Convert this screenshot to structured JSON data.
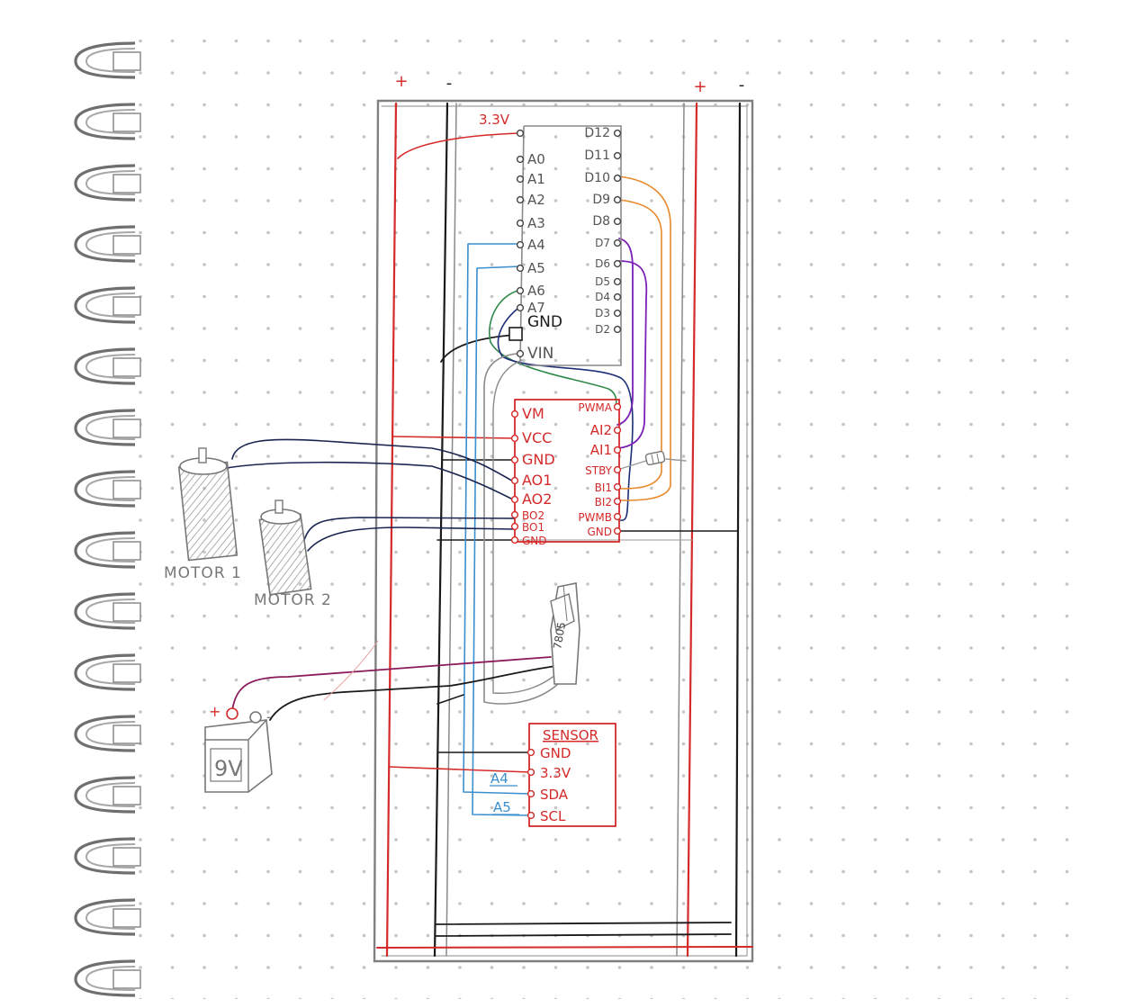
{
  "rails": {
    "plus": "+",
    "minus": "-"
  },
  "arduino": {
    "left_pins": [
      "3.3V",
      "A0",
      "A1",
      "A2",
      "A3",
      "A4",
      "A5",
      "A6",
      "A7",
      "GND",
      "VIN"
    ],
    "right_pins": [
      "D12",
      "D11",
      "D10",
      "D9",
      "D8",
      "D7",
      "D6",
      "D5",
      "D4",
      "D3",
      "D2"
    ]
  },
  "driver": {
    "left_pins": [
      "VM",
      "VCC",
      "GND",
      "AO1",
      "AO2",
      "BO2",
      "BO1",
      "GND"
    ],
    "right_pins": [
      "PWMA",
      "AI2",
      "AI1",
      "STBY",
      "BI1",
      "BI2",
      "PWMB",
      "GND"
    ]
  },
  "motors": {
    "motor1": "MOTOR 1",
    "motor2": "MOTOR 2"
  },
  "regulator": {
    "label": "7805"
  },
  "battery": {
    "label": "9V",
    "plus": "+",
    "minus": "-"
  },
  "sensor": {
    "title": "SENSOR",
    "pins": [
      "GND",
      "3.3V",
      "SDA",
      "SCL"
    ],
    "side_labels": [
      "A4",
      "A5"
    ]
  },
  "colors": {
    "red": "#d42a2a",
    "black": "#1a1a1a",
    "gray": "#7d7d7d",
    "blue": "#3a8fcf",
    "navy": "#1c2f78",
    "green": "#2f8a4a",
    "orange": "#e8892b",
    "purple": "#7a22b8",
    "magenta": "#8a1a5a",
    "dot": "#c4c4c4"
  }
}
